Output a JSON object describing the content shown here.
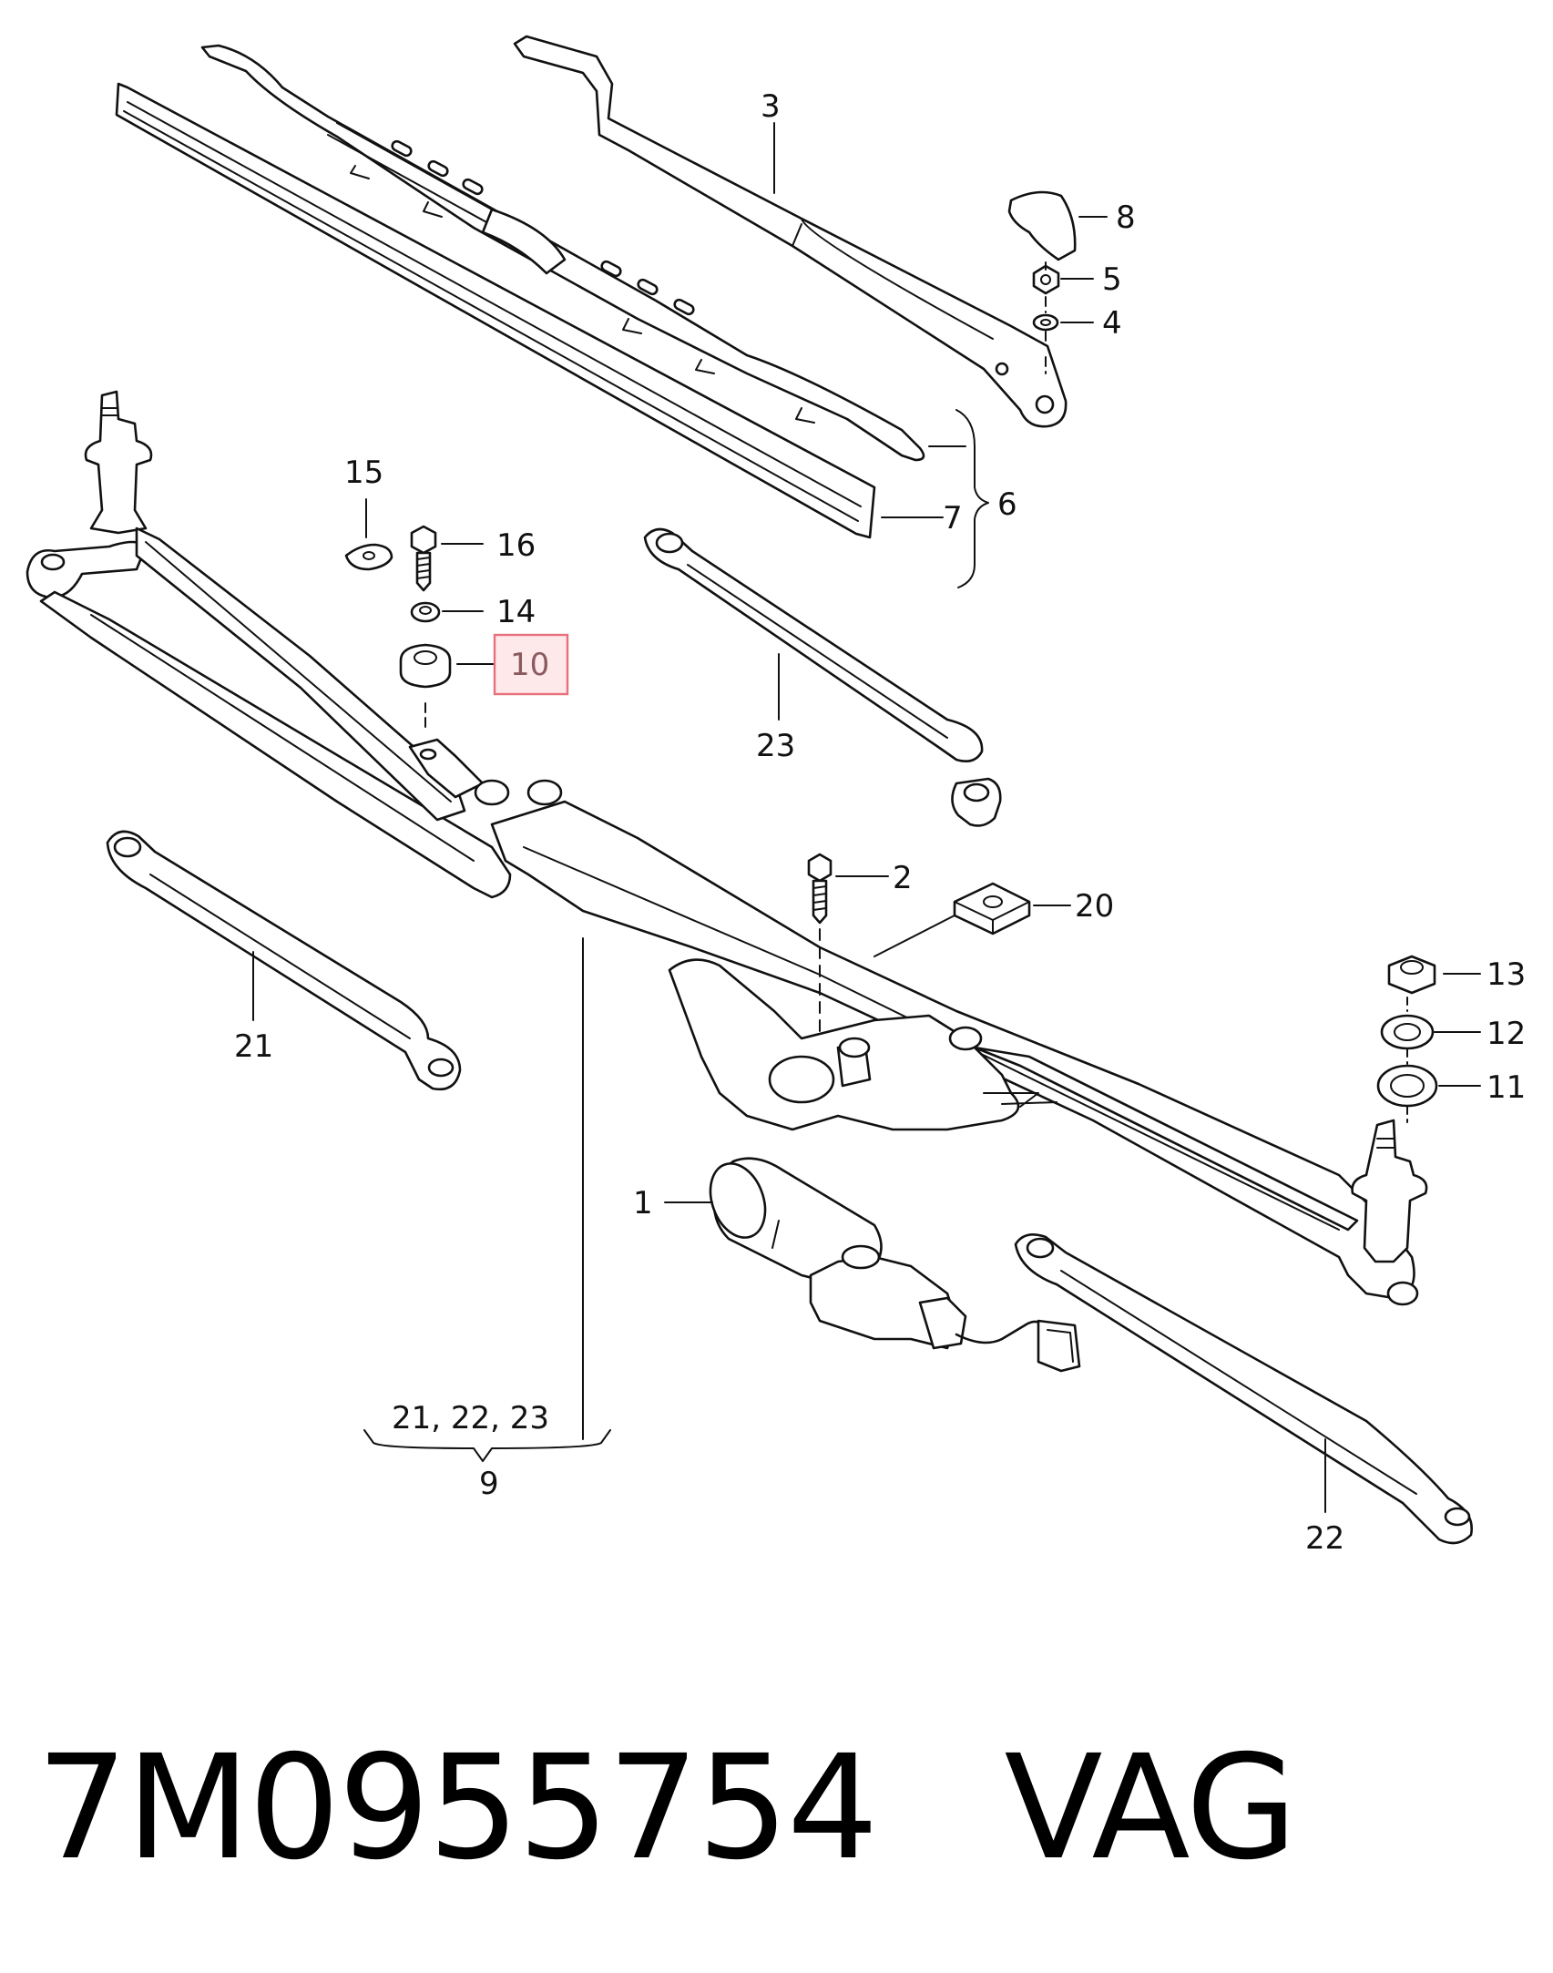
{
  "callouts": {
    "c1": "1",
    "c2": "2",
    "c3": "3",
    "c4": "4",
    "c5": "5",
    "c6": "6",
    "c7": "7",
    "c8": "8",
    "c9": "9",
    "c10": "10",
    "c11": "11",
    "c12": "12",
    "c13": "13",
    "c14": "14",
    "c15": "15",
    "c16": "16",
    "c20": "20",
    "c21": "21",
    "c22": "22",
    "c23": "23",
    "c_group": "21, 22, 23"
  },
  "highlighted_callout": "10",
  "highlight_color": "#e8707c",
  "footer": {
    "part_number": "7M0955754",
    "brand": "VAG"
  }
}
